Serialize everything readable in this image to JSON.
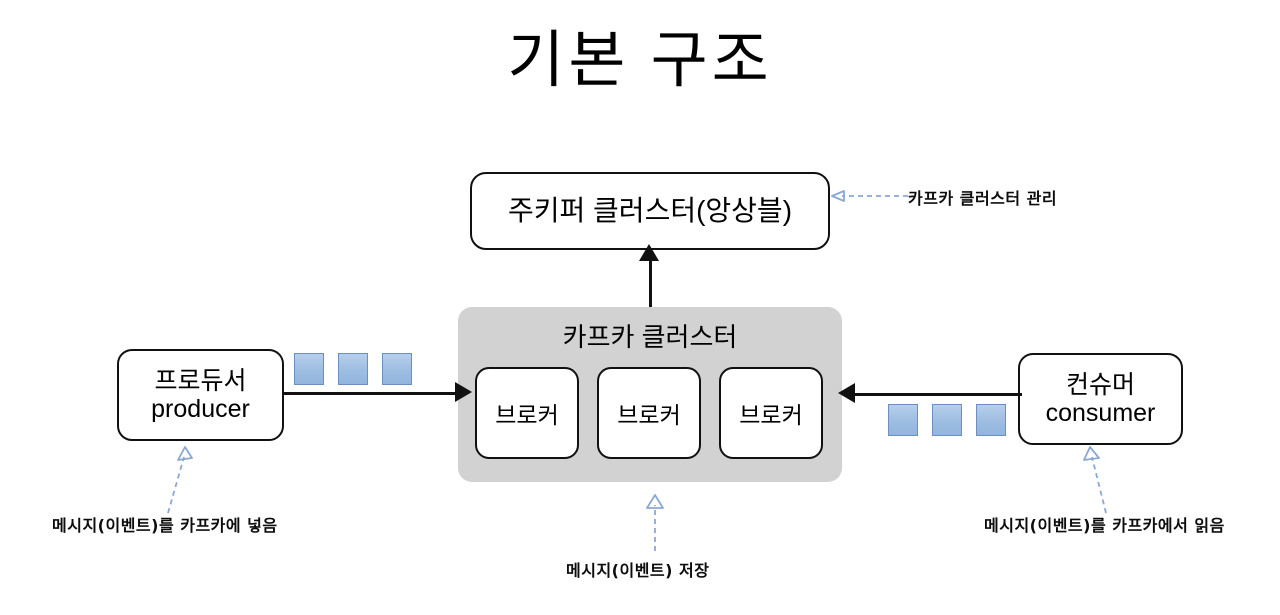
{
  "page": {
    "title": "기본 구조"
  },
  "diagram": {
    "zookeeper": {
      "label": "주키퍼 클러스터(앙상블)"
    },
    "kafka_cluster": {
      "label": "카프카 클러스터",
      "brokers": [
        {
          "label": "브로커"
        },
        {
          "label": "브로커"
        },
        {
          "label": "브로커"
        }
      ]
    },
    "producer": {
      "label_ko": "프로듀서",
      "label_en": "producer",
      "message_count": 3
    },
    "consumer": {
      "label_ko": "컨슈머",
      "label_en": "consumer",
      "message_count": 3
    },
    "annotations": [
      {
        "id": "zookeeper-note",
        "text": "카프카 클러스터 관리"
      },
      {
        "id": "producer-note",
        "text": "메시지(이벤트)를 카프카에 넣음"
      },
      {
        "id": "cluster-note",
        "text": "메시지(이벤트) 저장"
      },
      {
        "id": "consumer-note",
        "text": "메시지(이벤트)를 카프카에서 읽음"
      }
    ]
  },
  "colors": {
    "background": "#ffffff",
    "text": "#000000",
    "cluster_fill": "#d2d2d2",
    "box_border": "#111111",
    "message_square": "#9dbde2",
    "message_square_border": "#6b8fc0",
    "annotation_arrow": "#8ba8d4"
  }
}
